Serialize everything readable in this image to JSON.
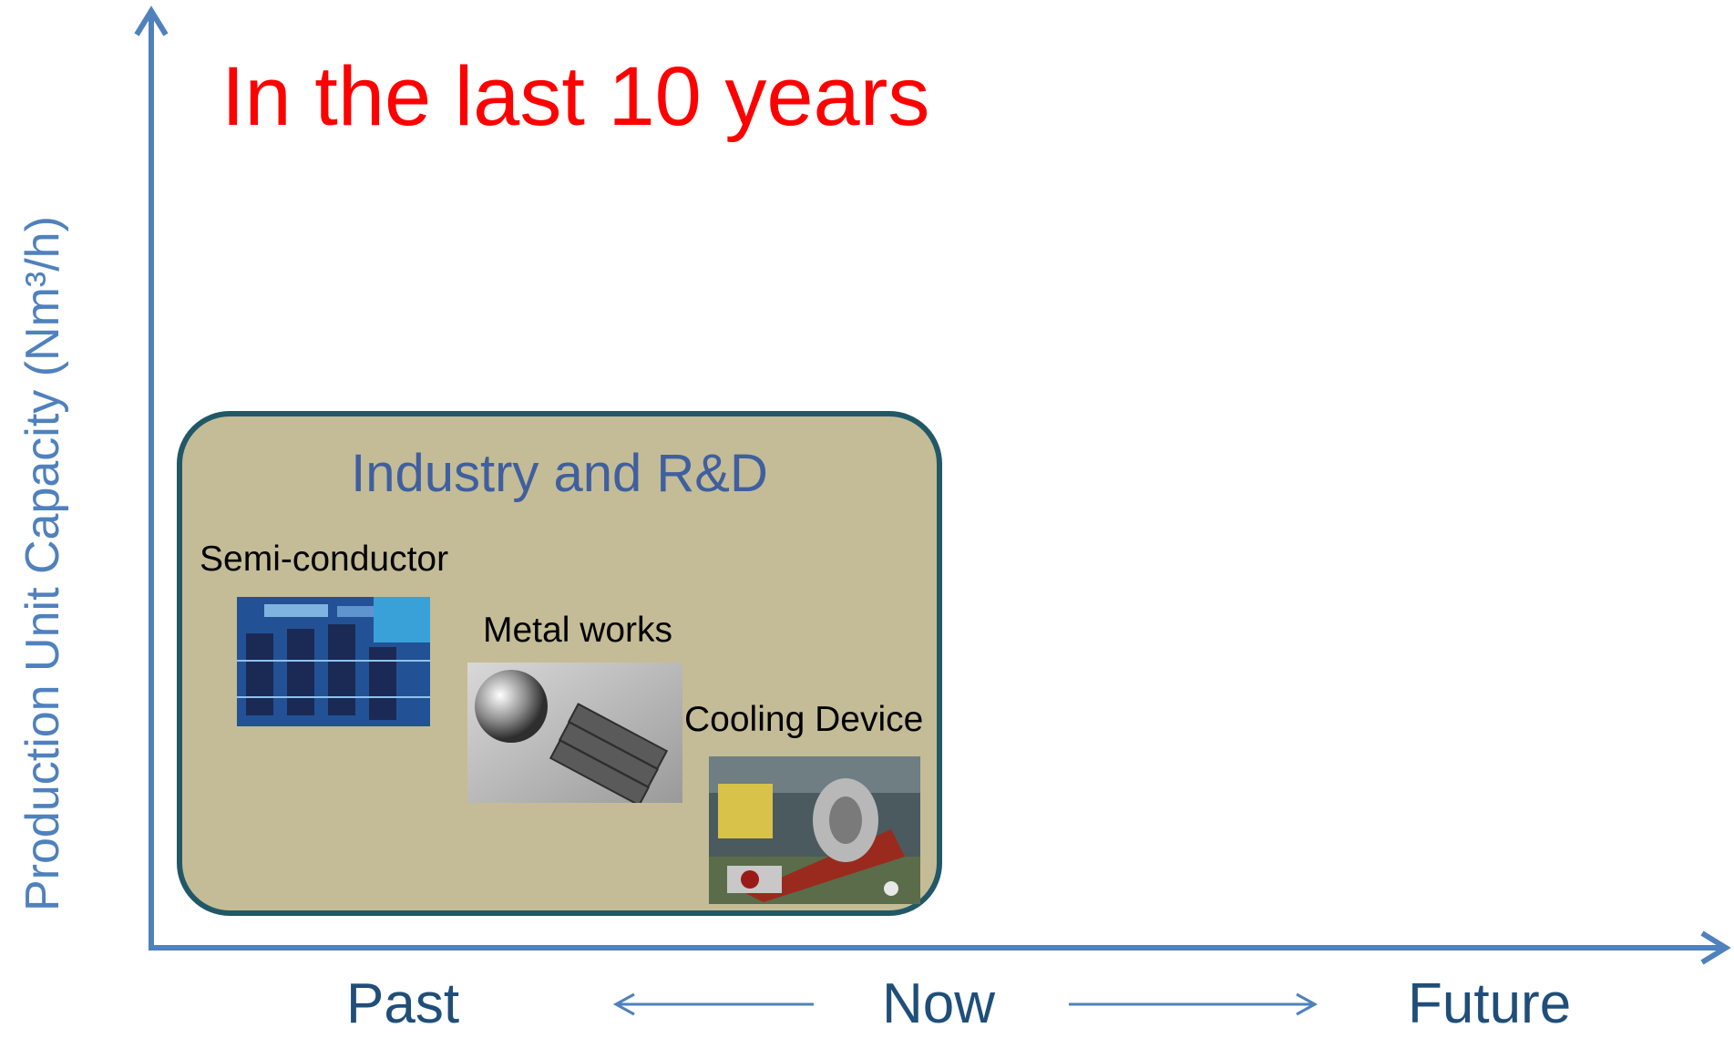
{
  "title": "In the last 10 years",
  "y_axis_label": "Production Unit Capacity (Nm³/h)",
  "industry_box": {
    "title": "Industry and R&D",
    "items": [
      {
        "label": "Semi-conductor",
        "image": "circuit-board-photo"
      },
      {
        "label": "Metal works",
        "image": "steel-ball-and-tubes-photo"
      },
      {
        "label": "Cooling Device",
        "image": "turbine-photo"
      }
    ]
  },
  "timeline": {
    "past": "Past",
    "now": "Now",
    "future": "Future"
  },
  "colors": {
    "title": "#ff0000",
    "axis": "#4f81bd",
    "box_fill": "#c4bc96",
    "box_border": "#215868",
    "box_title": "#3f5f9f",
    "timeline_text": "#1f4e79"
  }
}
